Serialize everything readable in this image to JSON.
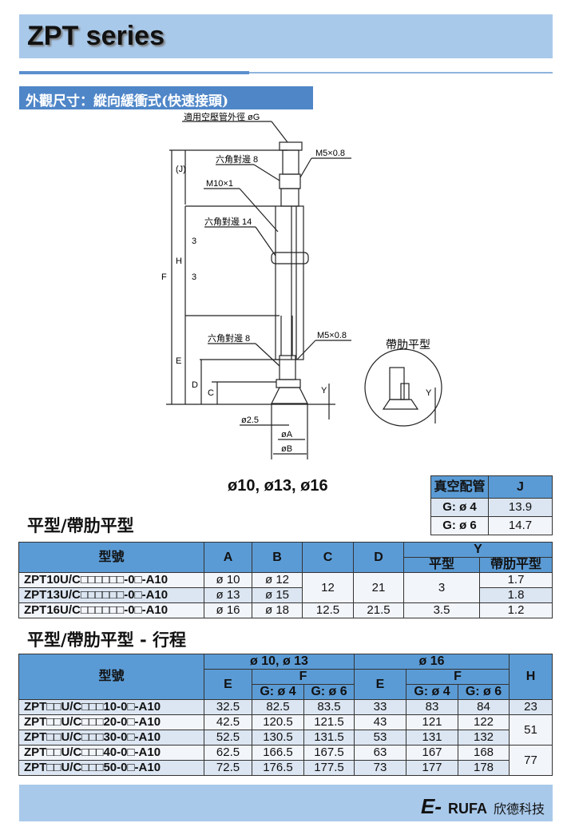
{
  "header": {
    "title": "ZPT series"
  },
  "section": {
    "title": "外觀尺寸：縱向緩衝式(快速接頭)"
  },
  "diagram": {
    "labels": {
      "tube_od": "適用空壓管外徑 øG",
      "hex8_top": "六角對邊 8",
      "m5_top": "M5×0.8",
      "m10": "M10×1",
      "hex14": "六角對邊 14",
      "hex8_bot": "六角對邊 8",
      "m5_bot": "M5×0.8",
      "J": "(J)",
      "H": "H",
      "F": "F",
      "E": "E",
      "D": "D",
      "C": "C",
      "three_a": "3",
      "three_b": "3",
      "Y": "Y",
      "d25": "ø2.5",
      "dA": "øA",
      "dB": "øB",
      "rib_title": "帶肋平型",
      "rib_Y": "Y"
    }
  },
  "sizes_label": "ø10, ø13, ø16",
  "j_table": {
    "headers": [
      "真空配管",
      "J"
    ],
    "rows": [
      [
        "G: ø 4",
        "13.9"
      ],
      [
        "G: ø 6",
        "14.7"
      ]
    ]
  },
  "table1": {
    "heading": "平型/帶肋平型",
    "headers": {
      "model": "型號",
      "A": "A",
      "B": "B",
      "C": "C",
      "D": "D",
      "Y": "Y",
      "Y_flat": "平型",
      "Y_rib": "帶肋平型"
    },
    "rows": [
      {
        "model": "ZPT10U/C□□□□□□-0□-A10",
        "A": "ø 10",
        "B": "ø 12",
        "C": "12",
        "D": "21",
        "Y_flat": "3",
        "Y_rib": "1.7"
      },
      {
        "model": "ZPT13U/C□□□□□□-0□-A10",
        "A": "ø 13",
        "B": "ø 15",
        "Y_rib": "1.8"
      },
      {
        "model": "ZPT16U/C□□□□□□-0□-A10",
        "A": "ø 16",
        "B": "ø 18",
        "C": "12.5",
        "D": "21.5",
        "Y_flat": "3.5",
        "Y_rib": "1.2"
      }
    ]
  },
  "table2": {
    "heading": "平型/帶肋平型 - 行程",
    "headers": {
      "model": "型號",
      "g1": "ø 10, ø 13",
      "g2": "ø 16",
      "E": "E",
      "F": "F",
      "G4": "G: ø 4",
      "G6": "G: ø 6",
      "H": "H"
    },
    "rows": [
      {
        "model": "ZPT□□U/C□□□10-0□-A10",
        "E1": "32.5",
        "F14": "82.5",
        "F16": "83.5",
        "E2": "33",
        "F24": "83",
        "F26": "84",
        "H": "23"
      },
      {
        "model": "ZPT□□U/C□□□20-0□-A10",
        "E1": "42.5",
        "F14": "120.5",
        "F16": "121.5",
        "E2": "43",
        "F24": "121",
        "F26": "122",
        "H": "51"
      },
      {
        "model": "ZPT□□U/C□□□30-0□-A10",
        "E1": "52.5",
        "F14": "130.5",
        "F16": "131.5",
        "E2": "53",
        "F24": "131",
        "F26": "132"
      },
      {
        "model": "ZPT□□U/C□□□40-0□-A10",
        "E1": "62.5",
        "F14": "166.5",
        "F16": "167.5",
        "E2": "63",
        "F24": "167",
        "F26": "168",
        "H": "77"
      },
      {
        "model": "ZPT□□U/C□□□50-0□-A10",
        "E1": "72.5",
        "F14": "176.5",
        "F16": "177.5",
        "E2": "73",
        "F24": "177",
        "F26": "178"
      }
    ]
  },
  "footer": {
    "logo_e": "E-",
    "logo_brand": "RUFA",
    "company": "欣德科技"
  }
}
